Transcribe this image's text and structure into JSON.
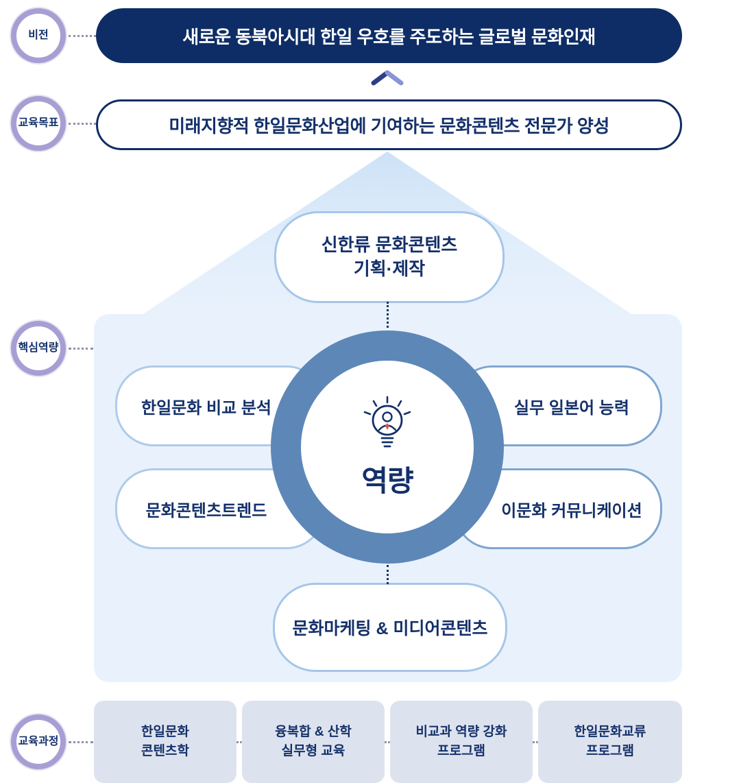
{
  "palette": {
    "navy": "#0e2d66",
    "text_navy": "#14306a",
    "lavender_ring": "#a79fd3",
    "steel_ring": "#5d87b7",
    "light_blue_bg": "#e9f2fc",
    "pill_border_light": "#a5c6e9",
    "gray_box": "#dde3ee",
    "tie_red": "#d9534f"
  },
  "vision": {
    "badge": "비전",
    "text": "새로운 동북아시대 한일 우호를 주도하는 글로벌 문화인재"
  },
  "goal": {
    "badge": "교육목표",
    "text": "미래지향적 한일문화산업에 기여하는 문화콘텐츠 전문가 양성"
  },
  "competency": {
    "badge": "핵심역량",
    "center_label": "역량",
    "center_icon": "lightbulb-person-icon",
    "top_pill": {
      "line1": "신한류 문화콘텐츠",
      "line2": "기획·제작"
    },
    "left_top": "한일문화 비교 분석",
    "right_top": "실무 일본어 능력",
    "left_bottom": "문화콘텐츠트렌드",
    "right_bottom": "이문화 커뮤니케이션",
    "bottom_pill": "문화마케팅 & 미디어콘텐츠"
  },
  "curriculum": {
    "badge": "교육과정",
    "items": [
      {
        "line1": "한일문화",
        "line2": "콘텐츠학"
      },
      {
        "line1": "융복합 & 산학",
        "line2": "실무형 교육"
      },
      {
        "line1": "비교과 역량 강화",
        "line2": "프로그램"
      },
      {
        "line1": "한일문화교류",
        "line2": "프로그램"
      }
    ]
  }
}
